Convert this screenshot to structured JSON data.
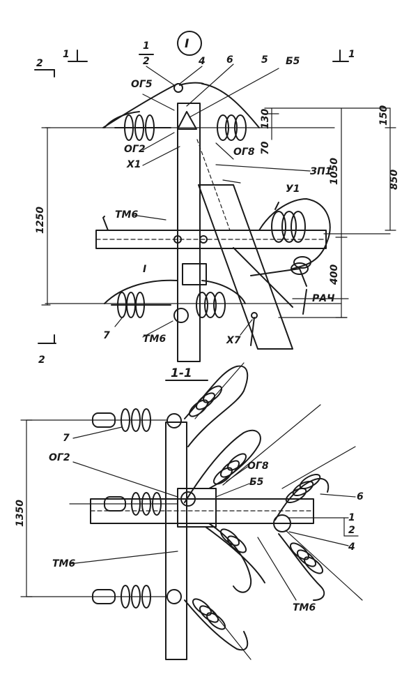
{
  "callouts": {
    "view_id": "I",
    "section_id": "I",
    "section_title": "1-1"
  },
  "labels": {
    "one": "1",
    "two": "2",
    "four": "4",
    "five": "5",
    "six": "6",
    "seven": "7",
    "b5": "Б5",
    "og5": "ОГ5",
    "og2": "ОГ2",
    "og8": "ОГ8",
    "x1": "Х1",
    "x7": "Х7",
    "zp1": "ЗП1",
    "u1": "У1",
    "tm6": "ТМ6",
    "rach": "РАЧ"
  },
  "dimensions": {
    "d1250": "1250",
    "d130": "130",
    "d70": "70",
    "d1050": "1050",
    "d150": "150",
    "d850": "850",
    "d400": "400",
    "d1350": "1350"
  }
}
